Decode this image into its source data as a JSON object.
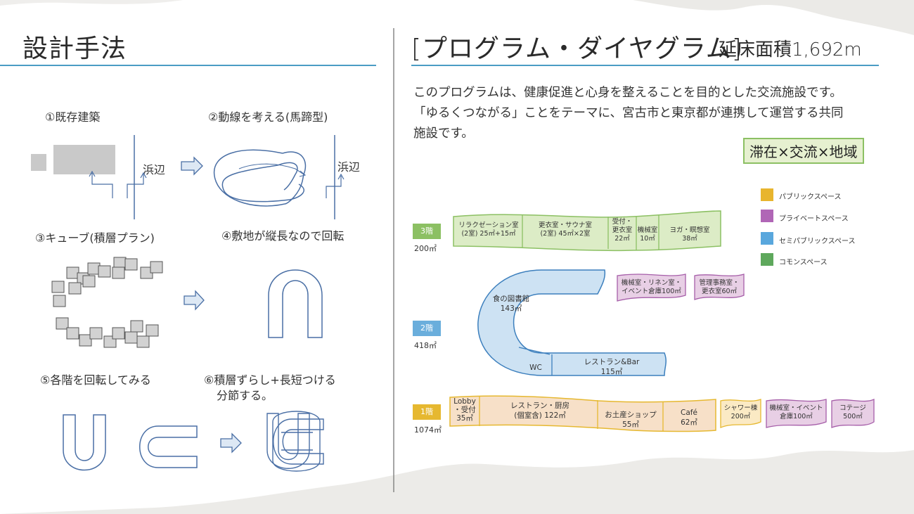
{
  "left": {
    "title": "設計手法",
    "steps": [
      "①既存建築",
      "②動線を考える(馬蹄型)",
      "③キューブ(積層プラン)",
      "④敷地が縦長なので回転",
      "⑤各階を回転してみる",
      "⑥積層ずらし+長短つける",
      "分節する。"
    ],
    "label_beach_1": "浜辺",
    "label_beach_2": "浜辺"
  },
  "right": {
    "title": "[プログラム・ダイヤグラム]",
    "subtitle": "延床面積1,692m",
    "description": [
      "このプログラムは、健康促進と心身を整えることを目的とした交流施設です。",
      "「ゆるくつながる」ことをテーマに、宮古市と東京都が連携して運営する共同",
      "施設です。"
    ],
    "tag": "滞在×交流×地域",
    "legend": [
      {
        "label": "パブリックスペース",
        "color": "#e8b52e"
      },
      {
        "label": "プライベートスペース",
        "color": "#b066b6"
      },
      {
        "label": "セミパブリックスペース",
        "color": "#59a7dd"
      },
      {
        "label": "コモンスペース",
        "color": "#5ea85c"
      }
    ],
    "floors": {
      "f3": {
        "label": "3階",
        "area": "200㎡",
        "color": "#8cc063"
      },
      "f2": {
        "label": "2階",
        "area": "418㎡",
        "color": "#6aaedc"
      },
      "f1": {
        "label": "1階",
        "area": "1074㎡",
        "color": "#e6b830"
      }
    },
    "rooms3": [
      {
        "l1": "リラクゼーション室",
        "l2": "(2室) 25㎡+15㎡"
      },
      {
        "l1": "更衣室・サウナ室",
        "l2": "(2室) 45㎡×2室"
      },
      {
        "l1": "受付・",
        "l2": "更衣室",
        "l3": "22㎡"
      },
      {
        "l1": "機械室",
        "l2": "10㎡"
      },
      {
        "l1": "ヨガ・瞑想室",
        "l2": "38㎡"
      }
    ],
    "rooms2": {
      "library_name": "食の図書館",
      "library_area": "143㎡",
      "wc": "WC",
      "restaurant_name": "レストラン&Bar",
      "restaurant_area": "115㎡"
    },
    "private2": [
      {
        "l1": "機械室・リネン室・",
        "l2": "イベント倉庫100㎡"
      },
      {
        "l1": "管理事務室・",
        "l2": "更衣室60㎡"
      }
    ],
    "rooms1": [
      {
        "l1": "Lobby",
        "l2": "・受付",
        "l3": "35㎡"
      },
      {
        "l1": "レストラン・厨房",
        "l2": "(個室含) 122㎡"
      },
      {
        "l1": "お土産ショップ",
        "l2": "55㎡"
      },
      {
        "l1": "Café",
        "l2": "62㎡"
      }
    ],
    "shower": {
      "l1": "シャワー棟",
      "l2": "200㎡"
    },
    "private1": [
      {
        "l1": "機械室・イベント",
        "l2": "倉庫100㎡"
      },
      {
        "l1": "コテージ",
        "l2": "500㎡"
      }
    ]
  }
}
